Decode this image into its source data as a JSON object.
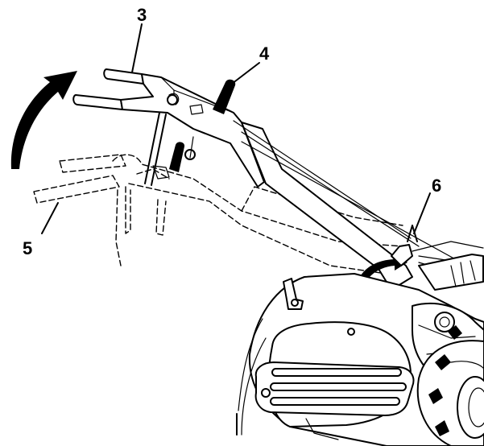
{
  "figure": {
    "callouts": [
      {
        "id": "3",
        "label": "3"
      },
      {
        "id": "4",
        "label": "4"
      },
      {
        "id": "5",
        "label": "5"
      },
      {
        "id": "6",
        "label": "6"
      }
    ],
    "colors": {
      "ink": "#000000",
      "background": "#ffffff"
    }
  }
}
